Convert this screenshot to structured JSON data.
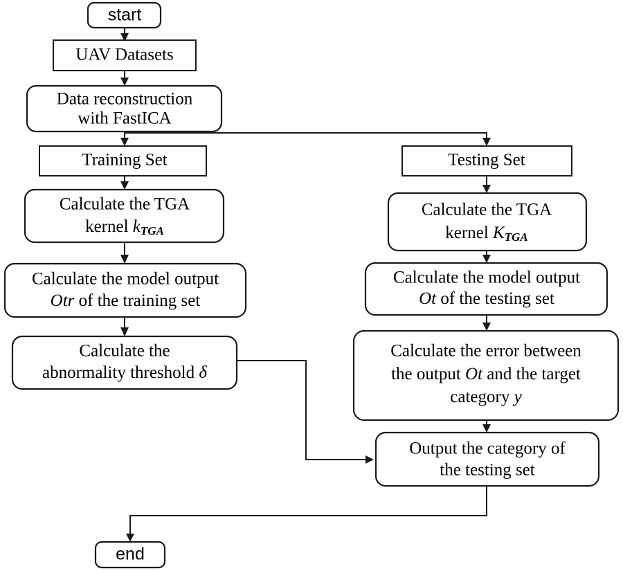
{
  "diagram": {
    "title": "UAV anomaly detection TGA kernel flowchart",
    "stroke_color": "#1a1a1a",
    "fill_color": "#ffffff",
    "nodes": {
      "start": {
        "label": "start",
        "shape": "rounded-terminal"
      },
      "uav_datasets": {
        "label": "UAV Datasets",
        "shape": "rectangle"
      },
      "data_reconstruction": {
        "line1": "Data reconstruction",
        "line2": "with FastICA",
        "shape": "rounded-rect"
      },
      "training_set": {
        "label": "Training Set",
        "shape": "rectangle"
      },
      "testing_set": {
        "label": "Testing Set",
        "shape": "rectangle"
      },
      "train_kernel": {
        "line1": "Calculate the TGA",
        "line2_pre": "kernel ",
        "line2_var": "k",
        "line2_sub": "TGA",
        "shape": "rounded-rect"
      },
      "test_kernel": {
        "line1": "Calculate the TGA",
        "line2_pre": "kernel ",
        "line2_var": "K",
        "line2_sub": "TGA",
        "shape": "rounded-rect"
      },
      "train_output": {
        "line1": "Calculate the model output",
        "line2_var": "Otr",
        "line2_post": " of the training set",
        "shape": "rounded-rect"
      },
      "test_output": {
        "line1": "Calculate the model output",
        "line2_var": "Ot",
        "line2_post": " of the testing set",
        "shape": "rounded-rect"
      },
      "threshold": {
        "line1": "Calculate the",
        "line2_pre": "abnormality threshold ",
        "line2_var": "δ",
        "shape": "rounded-rect"
      },
      "error": {
        "line1": "Calculate the error between",
        "line2_pre": "the output ",
        "line2_var": "Ot",
        "line2_post": " and the target",
        "line3_pre": "category ",
        "line3_var": "y",
        "shape": "rounded-rect"
      },
      "output_category": {
        "line1": "Output the category of",
        "line2": "the testing set",
        "shape": "rounded-rect"
      },
      "end": {
        "label": "end",
        "shape": "rounded-terminal"
      }
    },
    "edges": [
      {
        "from": "start",
        "to": "uav_datasets",
        "kind": "straight-down"
      },
      {
        "from": "uav_datasets",
        "to": "data_reconstruction",
        "kind": "straight-down"
      },
      {
        "from": "data_reconstruction",
        "to": "training_set",
        "kind": "straight-down"
      },
      {
        "from": "data_reconstruction",
        "to": "testing_set",
        "kind": "elbow-right"
      },
      {
        "from": "training_set",
        "to": "train_kernel",
        "kind": "straight-down"
      },
      {
        "from": "train_kernel",
        "to": "train_output",
        "kind": "straight-down"
      },
      {
        "from": "train_output",
        "to": "threshold",
        "kind": "straight-down"
      },
      {
        "from": "threshold",
        "to": "output_category",
        "kind": "elbow-right-down-right"
      },
      {
        "from": "testing_set",
        "to": "test_kernel",
        "kind": "straight-down"
      },
      {
        "from": "test_kernel",
        "to": "test_output",
        "kind": "straight-down"
      },
      {
        "from": "test_output",
        "to": "error",
        "kind": "straight-down"
      },
      {
        "from": "error",
        "to": "output_category",
        "kind": "straight-down"
      },
      {
        "from": "output_category",
        "to": "end",
        "kind": "elbow-down-left-down"
      }
    ]
  }
}
